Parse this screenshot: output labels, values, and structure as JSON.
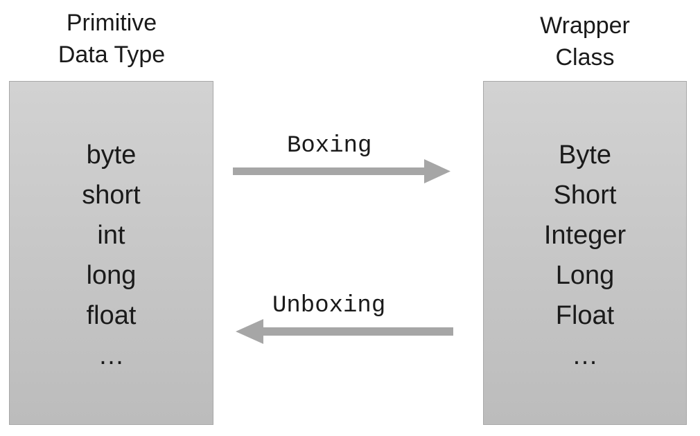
{
  "left": {
    "heading": [
      "Primitive",
      "Data Type"
    ],
    "items": [
      "byte",
      "short",
      "int",
      "long",
      "float",
      "…"
    ]
  },
  "right": {
    "heading": [
      "Wrapper",
      "Class"
    ],
    "items": [
      "Byte",
      "Short",
      "Integer",
      "Long",
      "Float",
      "…"
    ]
  },
  "arrows": {
    "boxing_label": "Boxing",
    "unboxing_label": "Unboxing",
    "color": "#a6a6a6"
  },
  "colors": {
    "box_fill": "#c8c8c8",
    "box_border": "#a8a8a8",
    "text": "#1a1a1a"
  }
}
